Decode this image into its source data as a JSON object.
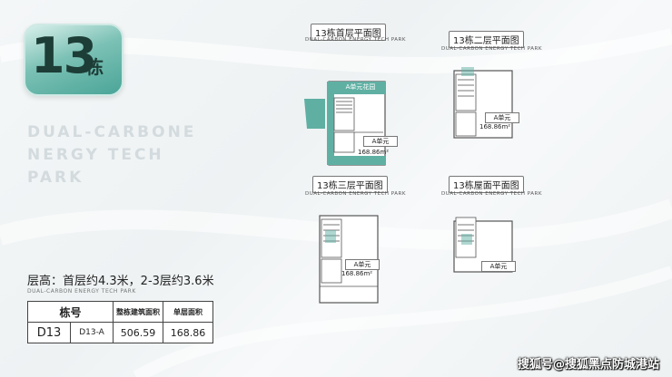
{
  "badge": {
    "number": "13",
    "unit": "栋"
  },
  "watermark": "DUAL-CARBONE\nNERGY TECH\nPARK",
  "plans": [
    {
      "title": "13栋首层平面图",
      "subtitle": "DUAL-CARBON ENERGY TECH PARK",
      "garden_label": "A单元花园",
      "unit_label": "A单元",
      "area": "168.86m²"
    },
    {
      "title": "13栋二层平面图",
      "subtitle": "DUAL-CARBON ENERGY TECH PARK",
      "unit_label": "A单元",
      "area": "168.86m²"
    },
    {
      "title": "13栋三层平面图",
      "subtitle": "DUAL-CARBON ENERGY TECH PARK",
      "unit_label": "A单元",
      "area": "168.86m²"
    },
    {
      "title": "13栋屋面平面图",
      "subtitle": "DUAL-CARBON ENERGY TECH PARK",
      "unit_label": "A单元"
    }
  ],
  "height_info": "层高：首层约4.3米，2-3层约3.6米",
  "height_sub": "DUAL-CARBON ENERGY TECH PARK",
  "table": {
    "headers": [
      "栋号",
      "整栋建筑面积",
      "单层面积"
    ],
    "rows": [
      [
        "D13",
        "D13-A",
        "506.59",
        "168.86"
      ]
    ]
  },
  "footer": "搜狐号@搜狐黑点防城港站",
  "colors": {
    "accent": "#4aa598",
    "garden": "#5fb0a3"
  }
}
